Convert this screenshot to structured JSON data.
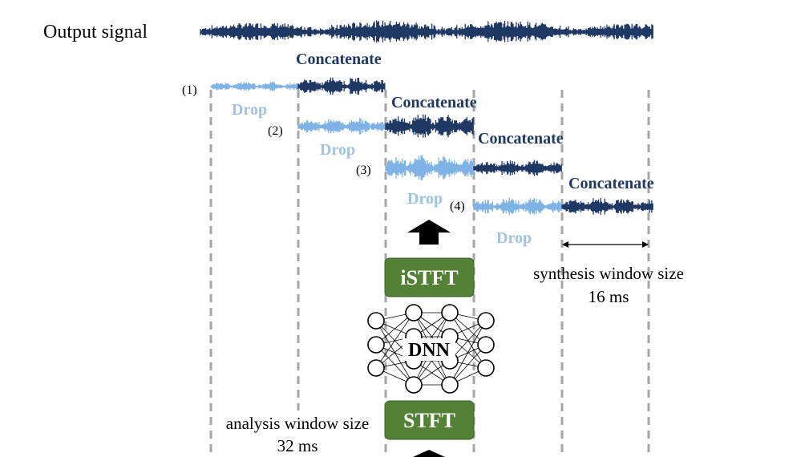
{
  "labels": {
    "output_signal": "Output signal",
    "concatenate": "Concatenate",
    "drop": "Drop",
    "frames": [
      "(1)",
      "(2)",
      "(3)",
      "(4)"
    ],
    "istft": "iSTFT",
    "stft": "STFT",
    "dnn": "DNN",
    "synthesis_window": "synthesis window size",
    "synthesis_value": "16 ms",
    "analysis_window": "analysis window size",
    "analysis_value": "32 ms"
  },
  "colors": {
    "dark_wave": "#1f3864",
    "light_wave": "#7fb2e5",
    "drop_text": "#9dc3e6",
    "green_box": "#538135",
    "dash_line": "#a6a6a6"
  }
}
